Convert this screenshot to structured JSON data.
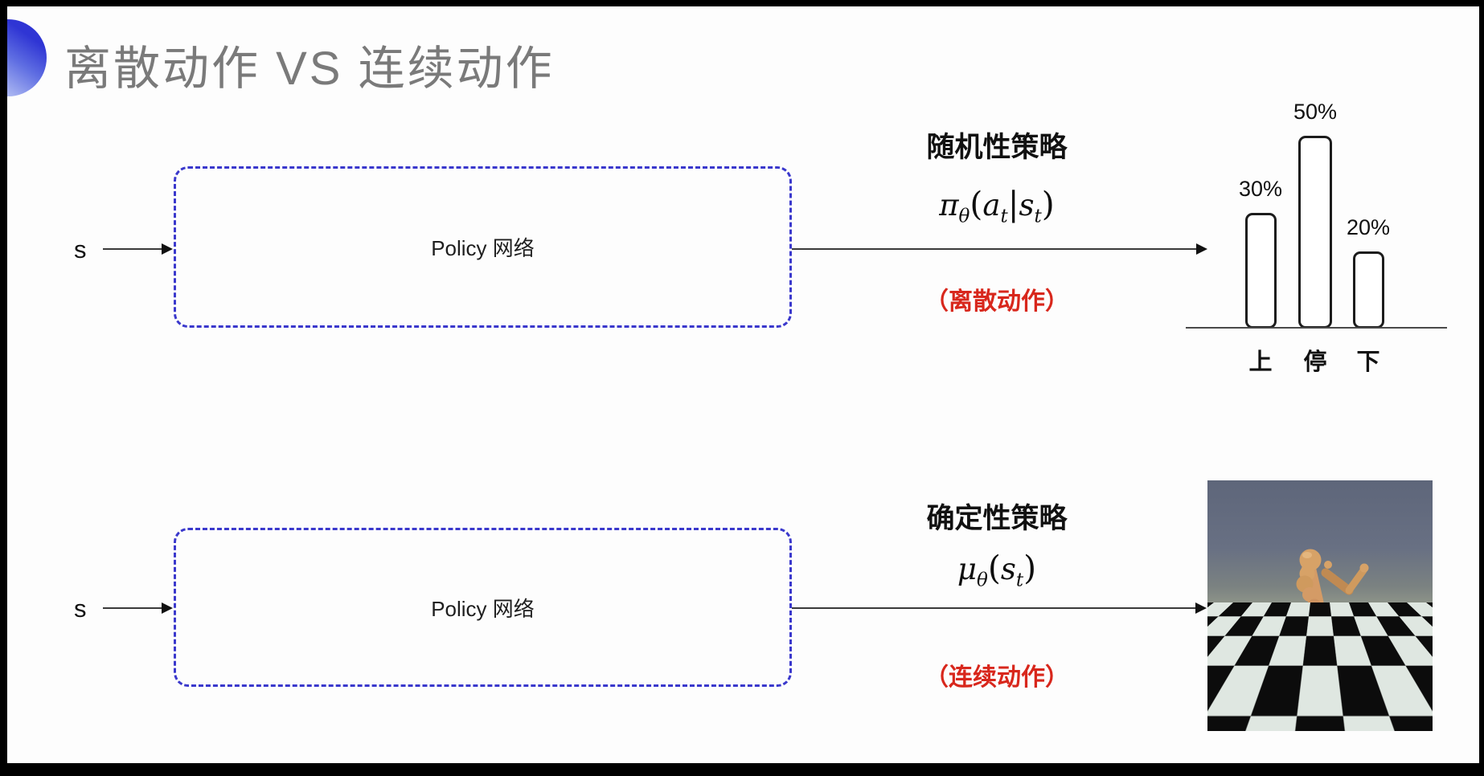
{
  "slide": {
    "title": "离散动作 VS 连续动作"
  },
  "top_row": {
    "input_label": "s",
    "box_label": "Policy 网络",
    "policy_type": "随机性策略",
    "formula": {
      "symbol": "π",
      "symbol_sub": "θ",
      "open_paren": "(",
      "arg": "a",
      "arg_sub": "t",
      "separator": "|",
      "arg2": "s",
      "arg2_sub": "t",
      "close_paren": ")"
    },
    "action_note": "（离散动作）"
  },
  "bottom_row": {
    "input_label": "s",
    "box_label": "Policy 网络",
    "policy_type": "确定性策略",
    "formula": {
      "symbol": "μ",
      "symbol_sub": "θ",
      "open_paren": "(",
      "arg": "s",
      "arg_sub": "t",
      "close_paren": ")"
    },
    "action_note": "（连续动作）",
    "illustration": "mujoco-humanoid-on-checkerboard"
  },
  "chart_data": {
    "type": "bar",
    "categories": [
      "上",
      "停",
      "下"
    ],
    "values": [
      30,
      50,
      20
    ],
    "value_labels": [
      "30%",
      "50%",
      "20%"
    ],
    "unit": "%",
    "ylim": [
      0,
      55
    ],
    "grid": false,
    "axis": "baseline-only",
    "bar_style": "white-fill-black-outline-rounded"
  },
  "colors": {
    "accent_blue": "#3a38cc",
    "alert_red": "#d8271c",
    "title_gray": "#7a7a7a",
    "text_black": "#111111",
    "sky_top": "#5e667a",
    "sky_horizon": "#8e9489",
    "robot_tan": "#d49b66"
  }
}
